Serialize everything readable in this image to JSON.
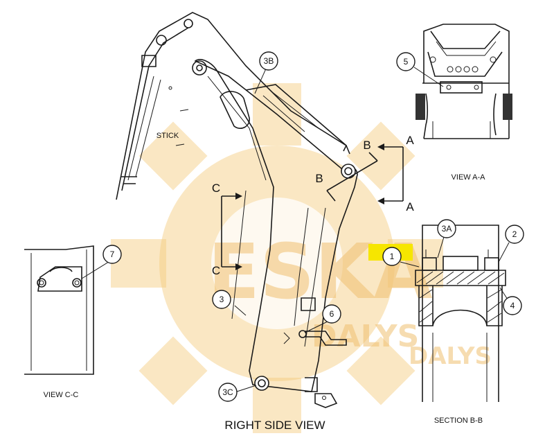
{
  "views": {
    "right_side": "RIGHT SIDE VIEW",
    "view_aa": "VIEW  A-A",
    "section_bb": "SECTION  B-B",
    "view_cc": "VIEW  C-C"
  },
  "labels": {
    "stick": "STICK"
  },
  "section_letters": {
    "a_top": "A",
    "a_bottom": "A",
    "b_top": "B",
    "b_left": "B",
    "c_top": "C",
    "c_bottom": "C"
  },
  "callouts": {
    "c1": "1",
    "c2": "2",
    "c3": "3",
    "c3a": "3A",
    "c3b": "3B",
    "c3c": "3C",
    "c4": "4",
    "c5": "5",
    "c6": "6",
    "c7": "7"
  },
  "watermark": {
    "brand": "ESKA",
    "sub": "DALYS"
  },
  "colors": {
    "highlight": "#f6e600",
    "watermark": "#f4c97a",
    "line": "#1a1a1a"
  }
}
